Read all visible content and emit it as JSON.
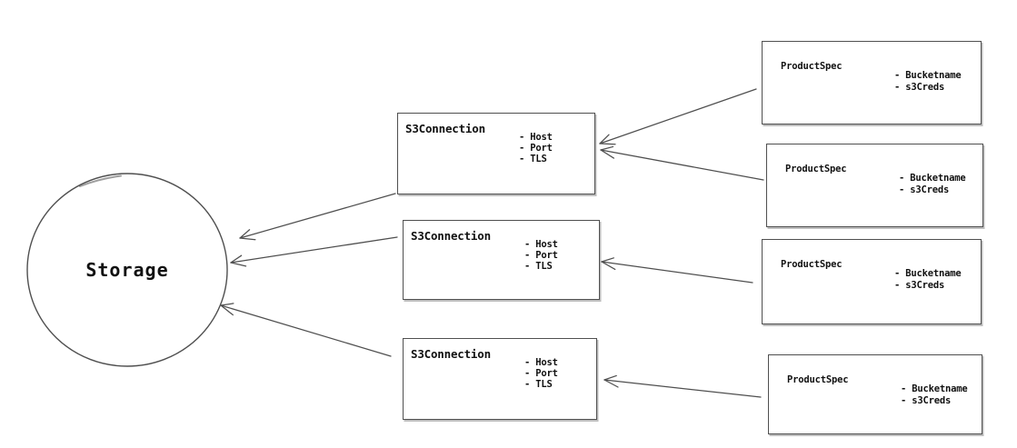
{
  "diagram": {
    "storage": {
      "label": "Storage"
    },
    "s3_connections": [
      {
        "title": "S3Connection",
        "attributes": [
          "- Host",
          "- Port",
          "- TLS"
        ]
      },
      {
        "title": "S3Connection",
        "attributes": [
          "- Host",
          "- Port",
          "- TLS"
        ]
      },
      {
        "title": "S3Connection",
        "attributes": [
          "- Host",
          "- Port",
          "- TLS"
        ]
      }
    ],
    "product_specs": [
      {
        "title": "ProductSpec",
        "attributes": [
          "- Bucketname",
          "- s3Creds"
        ]
      },
      {
        "title": "ProductSpec",
        "attributes": [
          "- Bucketname",
          "- s3Creds"
        ]
      },
      {
        "title": "ProductSpec",
        "attributes": [
          "- Bucketname",
          "- s3Creds"
        ]
      },
      {
        "title": "ProductSpec",
        "attributes": [
          "- Bucketname",
          "- s3Creds"
        ]
      }
    ],
    "edges": [
      {
        "from": "product-spec-1",
        "to": "s3-connection-1"
      },
      {
        "from": "product-spec-2",
        "to": "s3-connection-1"
      },
      {
        "from": "product-spec-3",
        "to": "s3-connection-2"
      },
      {
        "from": "product-spec-4",
        "to": "s3-connection-3"
      },
      {
        "from": "s3-connection-1",
        "to": "storage"
      },
      {
        "from": "s3-connection-2",
        "to": "storage"
      },
      {
        "from": "s3-connection-3",
        "to": "storage"
      }
    ],
    "colors": {
      "stroke": "#4f4f4f",
      "text": "#111111",
      "background": "#ffffff"
    }
  }
}
